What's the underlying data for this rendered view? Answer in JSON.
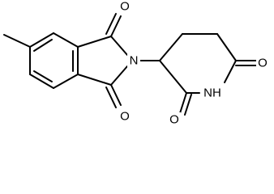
{
  "molecule": {
    "atoms": {
      "o_top": "O",
      "n_imide": "N",
      "o_bottom": "O",
      "o_left_glut": "O",
      "nh_glut": "NH",
      "o_right_glut": "O"
    }
  },
  "colors": {
    "bond": "#000000",
    "background": "#ffffff"
  }
}
